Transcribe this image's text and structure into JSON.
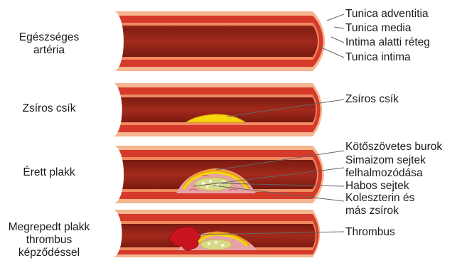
{
  "stages": [
    {
      "id": "healthy",
      "lines": [
        "Egészséges",
        "artéria"
      ]
    },
    {
      "id": "fatty-streak",
      "lines": [
        "Zsíros csík"
      ]
    },
    {
      "id": "mature-plaque",
      "lines": [
        "Érett plakk"
      ]
    },
    {
      "id": "ruptured-plaque",
      "lines": [
        "Megrepedt plakk",
        "thrombus",
        "képződéssel"
      ]
    }
  ],
  "labels": {
    "tunica_adventitia": "Tunica adventitia",
    "tunica_media": "Tunica media",
    "intima_alatti_reteg": "Intima alatti réteg",
    "tunica_intima": "Tunica intima",
    "zsiros_csik": "Zsíros csík",
    "kotoszovetes_burok": "Kötőszövetes burok",
    "simaizom_1": "Simaizom sejtek",
    "simaizom_2": "felhalmozódása",
    "habos_sejtek": "Habos sejtek",
    "koleszterin_1": "Koleszterin és",
    "koleszterin_2": "más zsírok",
    "thrombus": "Thrombus"
  },
  "colors": {
    "adventitia": "#f4b58f",
    "media": "#d63a2a",
    "subintima": "#f08a60",
    "lumen": "#8e1f14",
    "lumen_highlight": "#a8291c",
    "fat_yellow": "#f5d80a",
    "cap_orange": "#f0a020",
    "plaque_pink": "#e7a2a8",
    "foam_green": "#d9d98a",
    "thrombus": "#c8141e",
    "leader": "#666666"
  }
}
